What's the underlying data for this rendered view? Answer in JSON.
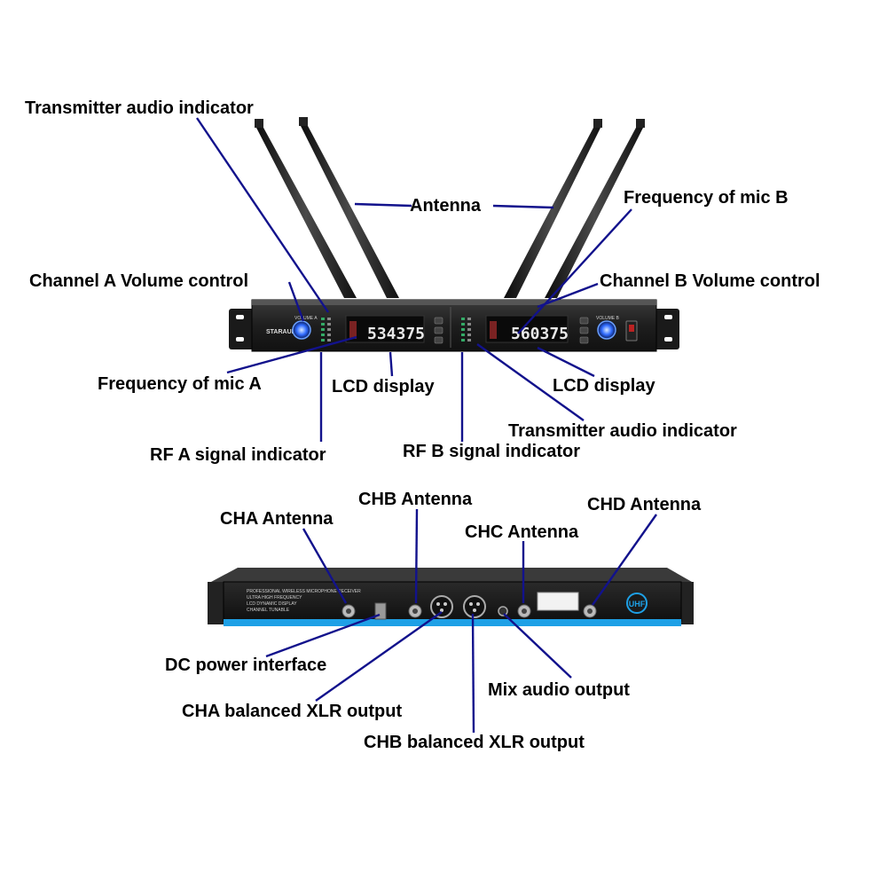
{
  "front": {
    "brand": "STARAUDIO",
    "channel_a_freq": "534375",
    "channel_b_freq": "560375",
    "volume_a_label": "VOLUME A",
    "volume_b_label": "VOLUME B"
  },
  "rear": {
    "uhf_badge": "UHF",
    "panel_lines": [
      "PROFESSIONAL WIRELESS MICROPHONE RECEIVER",
      "ULTRA HIGH FREQUENCY",
      "LCD DYNAMIC DISPLAY",
      "CHANNEL TUNABLE"
    ]
  },
  "labels": {
    "tx_audio_a": "Transmitter audio indicator",
    "antenna": "Antenna",
    "freq_mic_b": "Frequency of mic B",
    "ch_a_volume": "Channel A Volume control",
    "ch_b_volume": "Channel B Volume control",
    "freq_mic_a": "Frequency of mic A",
    "lcd_a": "LCD display",
    "lcd_b": "LCD display",
    "tx_audio_b": "Transmitter audio indicator",
    "rf_a": "RF A signal indicator",
    "rf_b": "RF B signal indicator",
    "cha_antenna": "CHA Antenna",
    "chb_antenna": "CHB Antenna",
    "chc_antenna": "CHC Antenna",
    "chd_antenna": "CHD Antenna",
    "dc_power": "DC power interface",
    "mix_audio": "Mix audio output",
    "cha_xlr": "CHA balanced XLR output",
    "chb_xlr": "CHB balanced XLR output"
  }
}
